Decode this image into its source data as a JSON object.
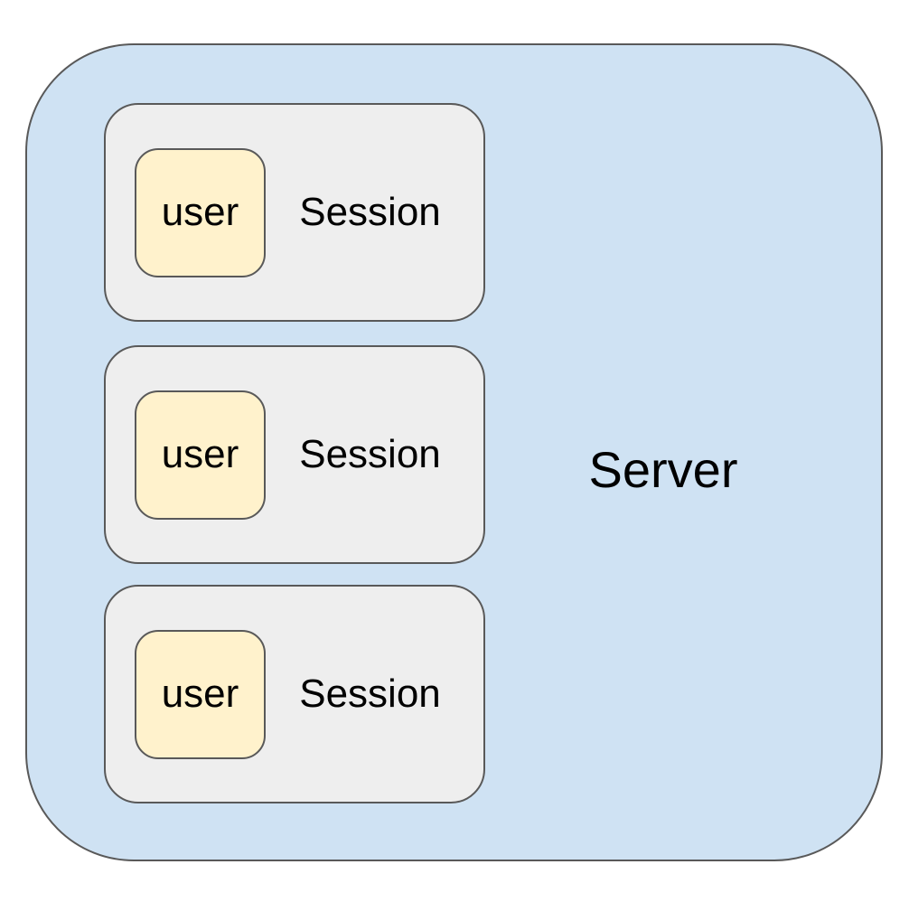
{
  "diagram": {
    "type": "nested-container-diagram",
    "server_label": "Server",
    "sessions": [
      {
        "label": "Session",
        "user_label": "user"
      },
      {
        "label": "Session",
        "user_label": "user"
      },
      {
        "label": "Session",
        "user_label": "user"
      }
    ]
  },
  "colors": {
    "server_fill": "#cfe2f3",
    "session_fill": "#eeeeee",
    "user_fill": "#fff2cc",
    "border": "#595959",
    "text": "#000000"
  }
}
